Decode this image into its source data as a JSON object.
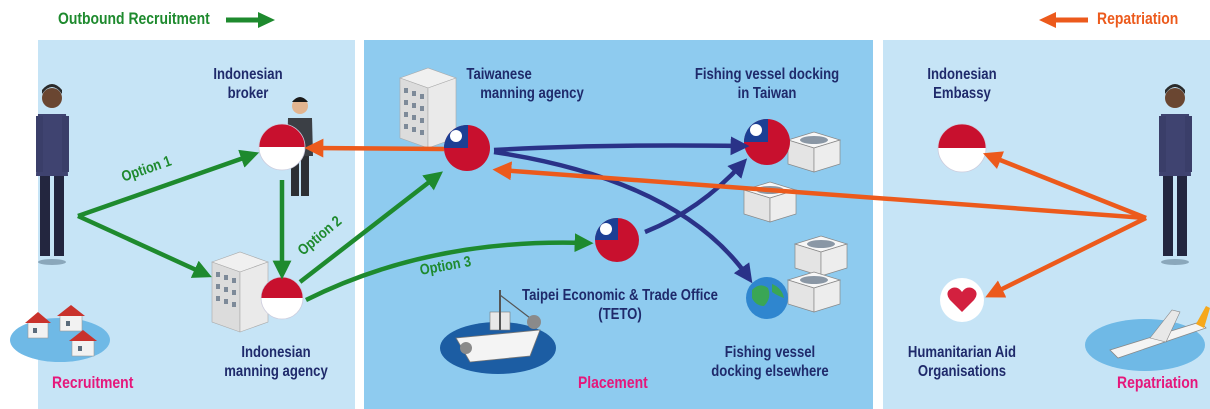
{
  "header": {
    "outbound": "Outbound Recruitment",
    "repatriation": "Repatriation"
  },
  "stages": {
    "recruitment": "Recruitment",
    "placement": "Placement",
    "repatriation": "Repatriation"
  },
  "nodes": {
    "indonesian_broker": [
      "Indonesian",
      "broker"
    ],
    "taiwanese_agency": [
      "Taiwanese",
      "manning agency"
    ],
    "vessel_taiwan": [
      "Fishing vessel docking",
      "in Taiwan"
    ],
    "indonesian_embassy": [
      "Indonesian",
      "Embassy"
    ],
    "indonesian_agency": [
      "Indonesian",
      "manning agency"
    ],
    "teto": [
      "Taipei Economic & Trade Office",
      "(TETO)"
    ],
    "vessel_elsewhere": [
      "Fishing vessel",
      "docking elsewhere"
    ],
    "humanitarian": [
      "Humanitarian Aid",
      "Organisations"
    ]
  },
  "options": {
    "option1": "Option 1",
    "option2": "Option 2",
    "option3": "Option 3"
  },
  "colors": {
    "green": "#1e8a2e",
    "orange": "#ec5a1c",
    "navy": "#2a3288",
    "panel_light": "#c6e4f6",
    "panel_mid": "#8ecbef",
    "magenta": "#e5177b",
    "label_text": "#1f2a6b",
    "flag_red": "#c8102e",
    "taiwan_blue": "#1c3f94"
  },
  "icons": [
    "person-icon",
    "broker-icon",
    "building-icon",
    "indonesia-flag-icon",
    "taiwan-flag-icon",
    "fish-crate-icon",
    "globe-icon",
    "heart-icon",
    "house-icon",
    "fishing-boat-icon",
    "airplane-icon"
  ]
}
